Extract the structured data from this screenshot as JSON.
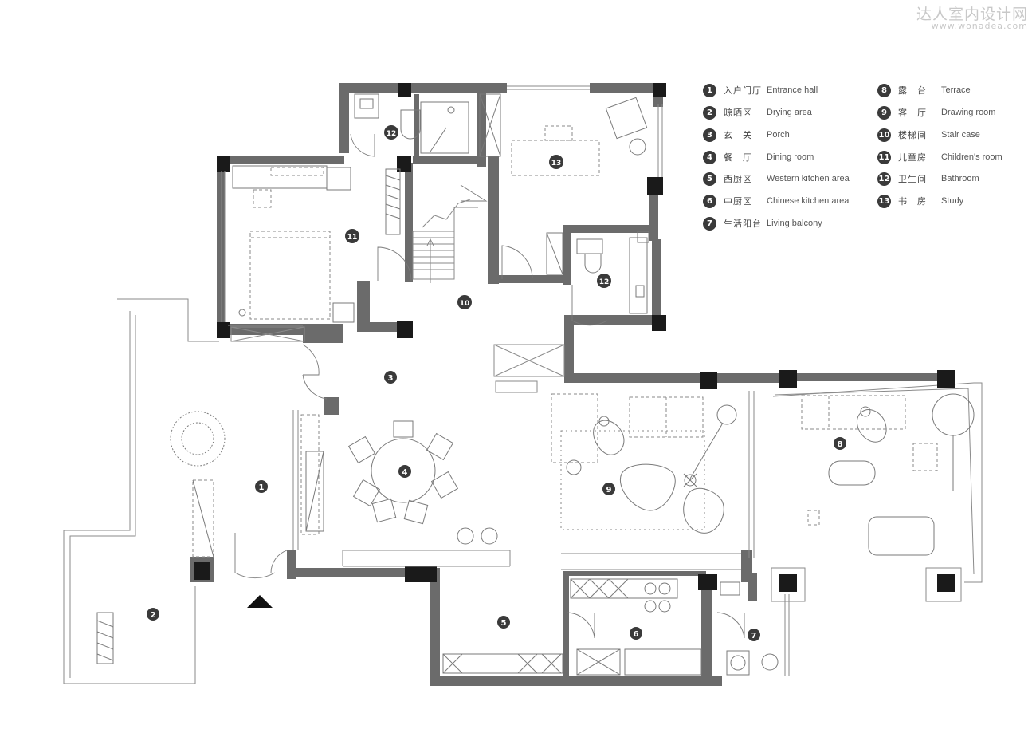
{
  "watermark": {
    "cn": "达人室内设计网",
    "url": "www.wonadea.com"
  },
  "legend": [
    {
      "num": "1",
      "cn": "入户门厅",
      "en": "Entrance hall"
    },
    {
      "num": "2",
      "cn": "晾晒区",
      "en": "Drying area"
    },
    {
      "num": "3",
      "cn": "玄　关",
      "en": "Porch"
    },
    {
      "num": "4",
      "cn": "餐　厅",
      "en": "Dining room"
    },
    {
      "num": "5",
      "cn": "西厨区",
      "en": "Western kitchen area"
    },
    {
      "num": "6",
      "cn": "中厨区",
      "en": "Chinese kitchen area"
    },
    {
      "num": "7",
      "cn": "生活阳台",
      "en": "Living balcony"
    },
    {
      "num": "8",
      "cn": "露　台",
      "en": "Terrace"
    },
    {
      "num": "9",
      "cn": "客　厅",
      "en": "Drawing room"
    },
    {
      "num": "10",
      "cn": "楼梯间",
      "en": "Stair case"
    },
    {
      "num": "11",
      "cn": "儿童房",
      "en": "Children's room"
    },
    {
      "num": "12",
      "cn": "卫生间",
      "en": "Bathroom"
    },
    {
      "num": "13",
      "cn": "书　房",
      "en": "Study"
    }
  ],
  "room_labels": [
    "1",
    "2",
    "3",
    "4",
    "5",
    "6",
    "7",
    "8",
    "9",
    "10",
    "11",
    "12",
    "12",
    "13"
  ],
  "colors": {
    "wall": "#6b6b6b",
    "column": "#1a1a1a",
    "badge": "#3a3a3a",
    "line": "#8a8a8a"
  }
}
